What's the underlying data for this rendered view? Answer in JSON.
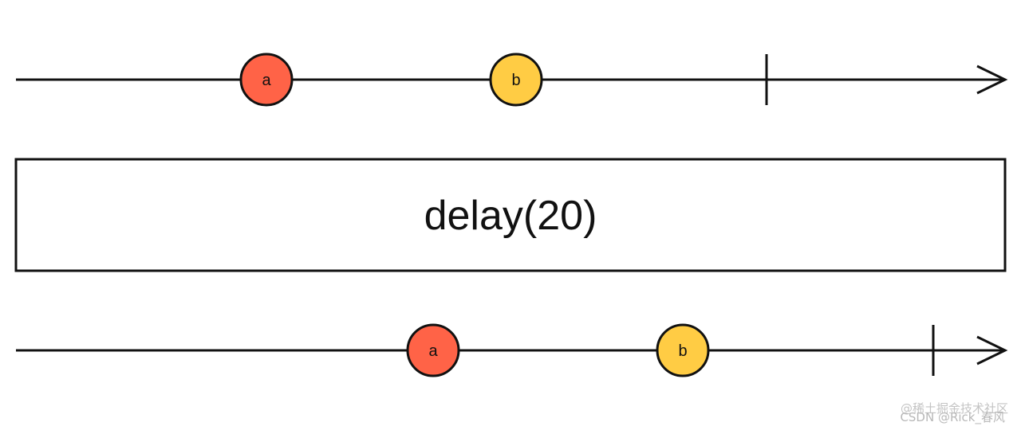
{
  "input_stream": {
    "marbles": [
      {
        "label": "a",
        "color": "#ff6347"
      },
      {
        "label": "b",
        "color": "#ffcc44"
      }
    ]
  },
  "operator": {
    "label": "delay(20)"
  },
  "output_stream": {
    "marbles": [
      {
        "label": "a",
        "color": "#ff6347"
      },
      {
        "label": "b",
        "color": "#ffcc44"
      }
    ]
  },
  "watermark": {
    "line1": "@稀土掘金技术社区",
    "line2": "CSDN @Rick_春风"
  },
  "colors": {
    "stroke": "#111111",
    "background": "#ffffff"
  }
}
